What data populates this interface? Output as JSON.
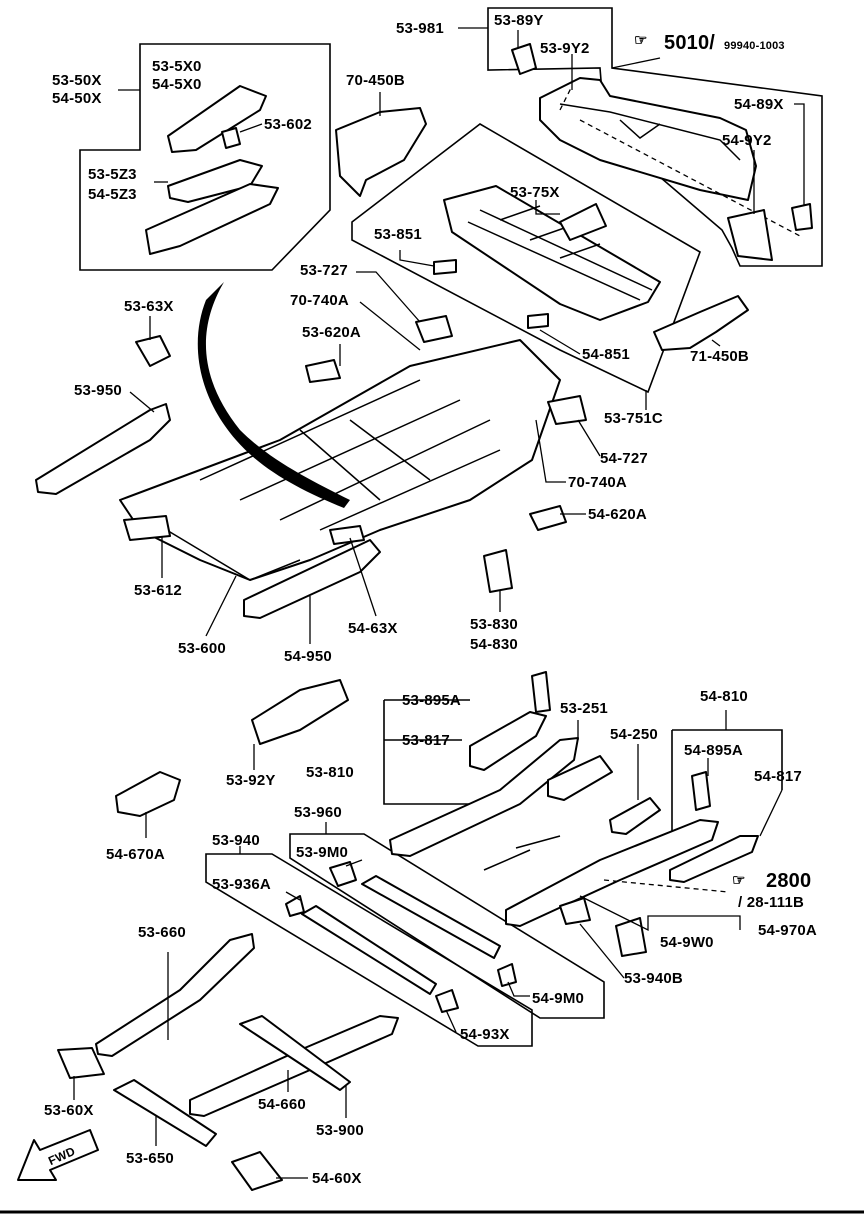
{
  "labels": {
    "p53_981": "53-981",
    "p53_89Y": "53-89Y",
    "p53_9Y2": "53-9Y2",
    "ref5010_main": "5010/",
    "ref5010_sub": "99940-1003",
    "p54_89X": "54-89X",
    "p54_9Y2": "54-9Y2",
    "p53_50X": "53-50X",
    "p54_50X": "54-50X",
    "p53_5X0": "53-5X0",
    "p54_5X0": "54-5X0",
    "p53_602": "53-602",
    "p53_5Z3": "53-5Z3",
    "p54_5Z3": "54-5Z3",
    "p70_450B": "70-450B",
    "p53_75X": "53-75X",
    "p53_851": "53-851",
    "p54_851": "54-851",
    "p71_450B": "71-450B",
    "p53_751C": "53-751C",
    "p53_727": "53-727",
    "p70_740A_top": "70-740A",
    "p53_620A": "53-620A",
    "p53_63X": "53-63X",
    "p53_950": "53-950",
    "p54_727": "54-727",
    "p70_740A_bot": "70-740A",
    "p54_620A": "54-620A",
    "p53_612": "53-612",
    "p53_600": "53-600",
    "p54_950": "54-950",
    "p54_63X": "54-63X",
    "p53_830": "53-830",
    "p54_830": "54-830",
    "p53_895A": "53-895A",
    "p53_251": "53-251",
    "p54_810": "54-810",
    "p53_817": "53-817",
    "p54_250": "54-250",
    "p54_895A": "54-895A",
    "p53_810": "53-810",
    "p54_817": "54-817",
    "p53_92Y": "53-92Y",
    "p54_670A": "54-670A",
    "p53_960": "53-960",
    "p53_9M0": "53-9M0",
    "p53_940": "53-940",
    "p53_936A": "53-936A",
    "ref2800_main": "2800",
    "ref2800_sub": "/ 28-111B",
    "p54_970A": "54-970A",
    "p54_9W0": "54-9W0",
    "p53_660": "53-660",
    "p54_9M0": "54-9M0",
    "p53_940B": "53-940B",
    "p54_93X": "54-93X",
    "p53_60X": "53-60X",
    "p54_660": "54-660",
    "p53_900": "53-900",
    "p53_650": "53-650",
    "p54_60X": "54-60X",
    "fwd": "FWD"
  },
  "icons": {
    "reference_arrow": "hand-pointer-icon",
    "front_arrow": "forward-arrow-icon"
  }
}
